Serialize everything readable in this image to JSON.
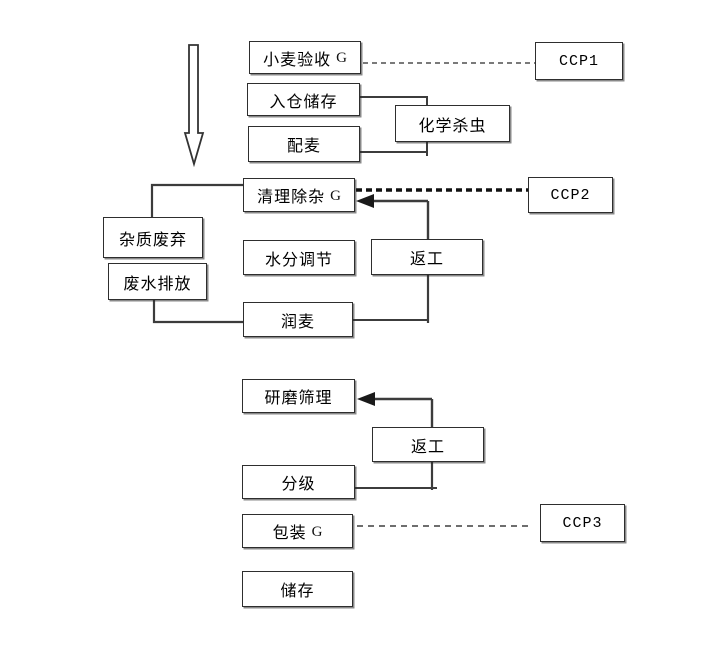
{
  "diagram": {
    "kind": "flowchart",
    "nodes": {
      "wheat_acceptance": {
        "label": "小麦验收",
        "g": "G"
      },
      "ccp1": {
        "label": "CCP1"
      },
      "warehouse_storage": {
        "label": "入仓储存"
      },
      "chemical_pest_control": {
        "label": "化学杀虫"
      },
      "wheat_blending": {
        "label": "配麦"
      },
      "cleaning_impurity_removal": {
        "label": "清理除杂",
        "g": "G"
      },
      "ccp2": {
        "label": "CCP2"
      },
      "impurity_disposal": {
        "label": "杂质废弃"
      },
      "moisture_adjustment": {
        "label": "水分调节"
      },
      "rework_upper": {
        "label": "返工"
      },
      "wastewater_discharge": {
        "label": "废水排放"
      },
      "wheat_tempering": {
        "label": "润麦"
      },
      "grinding_sieving": {
        "label": "研磨筛理"
      },
      "rework_lower": {
        "label": "返工"
      },
      "grading": {
        "label": "分级"
      },
      "packaging": {
        "label": "包装",
        "g": "G"
      },
      "ccp3": {
        "label": "CCP3"
      },
      "storage": {
        "label": "储存"
      }
    },
    "colors": {
      "background": "#ffffff",
      "line": "#3c3c3c",
      "thick_dash": "#111111",
      "thin_dash": "#4f4f4f",
      "border": "#2e2e2e",
      "text": "#000000"
    }
  }
}
